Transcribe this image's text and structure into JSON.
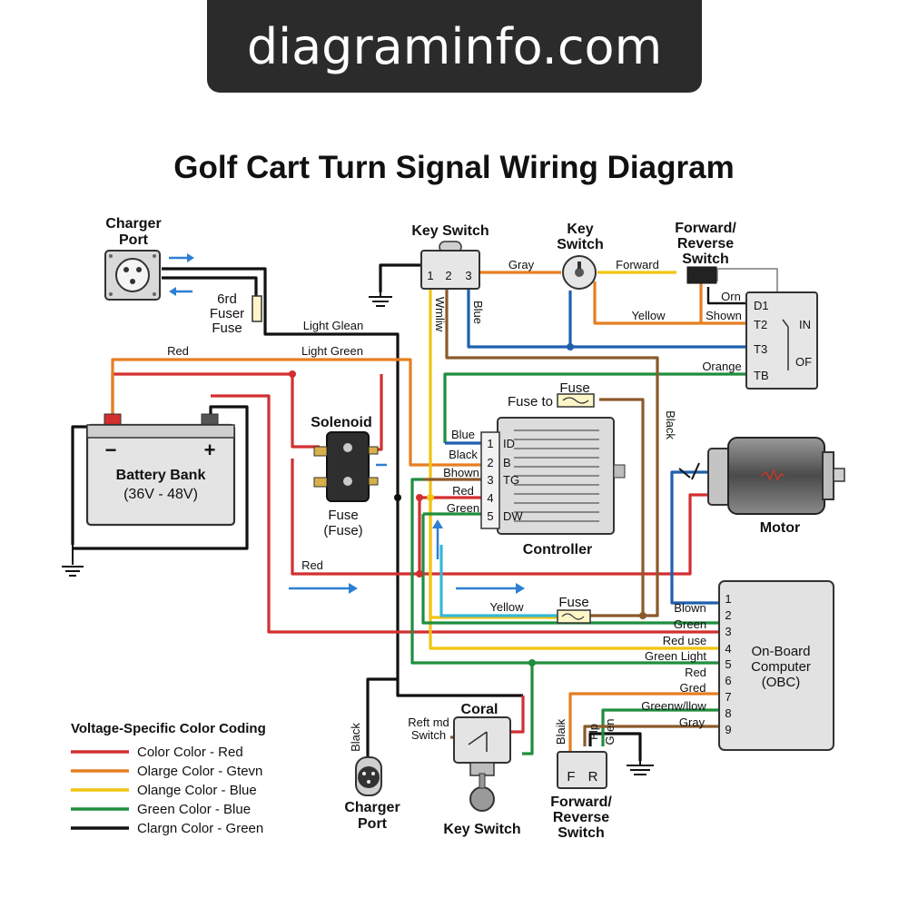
{
  "banner": {
    "site": "diagraminfo.com"
  },
  "title": "Golf Cart Turn Signal Wiring Diagram",
  "components": {
    "charger_port_top": [
      "Charger",
      "Port"
    ],
    "fuser": [
      "6rd",
      "Fuser",
      "Fuse"
    ],
    "key_switch_top": {
      "label": "Key Switch",
      "pins": [
        "1",
        "2",
        "3"
      ]
    },
    "key_switch_mid": [
      "Key",
      "Switch"
    ],
    "fr_switch_top": [
      "Forward/",
      "Reverse",
      "Switch"
    ],
    "fr_terminals": [
      "D1",
      "T2",
      "T3",
      "TB"
    ],
    "fr_dir_in": "IN",
    "fr_dir_of": "OF",
    "battery": {
      "minus": "−",
      "plus": "+",
      "name": "Battery Bank",
      "voltage": "(36V - 48V)"
    },
    "solenoid": {
      "name": "Solenoid",
      "fuse": [
        "Fuse",
        "(Fuse)"
      ]
    },
    "fuse_ctrl": {
      "caption": "Fuse",
      "prefix": "Fuse to"
    },
    "fuse_lower": "Fuse",
    "controller": {
      "name": "Controller",
      "pins": [
        "1",
        "2",
        "3",
        "4",
        "5"
      ],
      "pin_labels": [
        "ID",
        "B",
        "TG",
        "",
        "DW"
      ]
    },
    "motor": "Motor",
    "obc": {
      "name": [
        "On-Board",
        "Computer",
        "(OBC)"
      ],
      "pins": [
        "1",
        "2",
        "3",
        "4",
        "5",
        "6",
        "7",
        "8",
        "9"
      ]
    },
    "charger_port_bottom": [
      "Charger",
      "Port"
    ],
    "coral": "Coral",
    "reft_switch": [
      "Reft md",
      "Switch"
    ],
    "key_switch_bottom": "Key Switch",
    "fr_switch_bottom": {
      "name": [
        "Forward/",
        "Reverse",
        "Switch"
      ],
      "letters": [
        "F",
        "R"
      ]
    }
  },
  "wire_labels": {
    "gray": "Gray",
    "forward": "Forward",
    "orn": "Orn",
    "yellow_top": "Yellow",
    "shown": "Shown",
    "orange": "Orange",
    "light_glean": "Light Glean",
    "red_top": "Red",
    "light_green": "Light Green",
    "wmliw": "Wmliw",
    "blue_vert": "Blue",
    "black_vert": "Black",
    "blue": "Blue",
    "black": "Black",
    "bhown": "Bhown",
    "red": "Red",
    "green": "Green",
    "red_mid": "Red",
    "yellow_mid": "Yellow",
    "blown": "Blown",
    "green_obc": "Green",
    "red_use": "Red use",
    "green_light": "Green Light",
    "red_obc": "Red",
    "gred": "Gred",
    "greenwllow": "Greenw/llow",
    "gray_obc": "Gray",
    "black_charger": "Black",
    "blaik": "Blaik",
    "flip_gren": [
      "Flp",
      "Gren"
    ]
  },
  "legend": {
    "title": "Voltage-Specific Color Coding",
    "items": [
      {
        "label": "Color Color - Red",
        "color": "#d32f2f"
      },
      {
        "label": "Olarge Color - Gtevn",
        "color": "#e67e22"
      },
      {
        "label": "Olange Color - Blue",
        "color": "#f1c40f"
      },
      {
        "label": "Green Color - Blue",
        "color": "#1e8e3e"
      },
      {
        "label": "Clargn Color - Green",
        "color": "#111111"
      }
    ]
  },
  "colors": {
    "red": "#d32f2f",
    "orange": "#e67e22",
    "yellow": "#f1c40f",
    "green": "#1e8e3e",
    "blue": "#1f5fae",
    "cyan": "#36b8d8",
    "brown": "#8b5a2b",
    "black": "#111111",
    "gray": "#9a9a9a",
    "arrow_blue": "#2d7fd3"
  }
}
